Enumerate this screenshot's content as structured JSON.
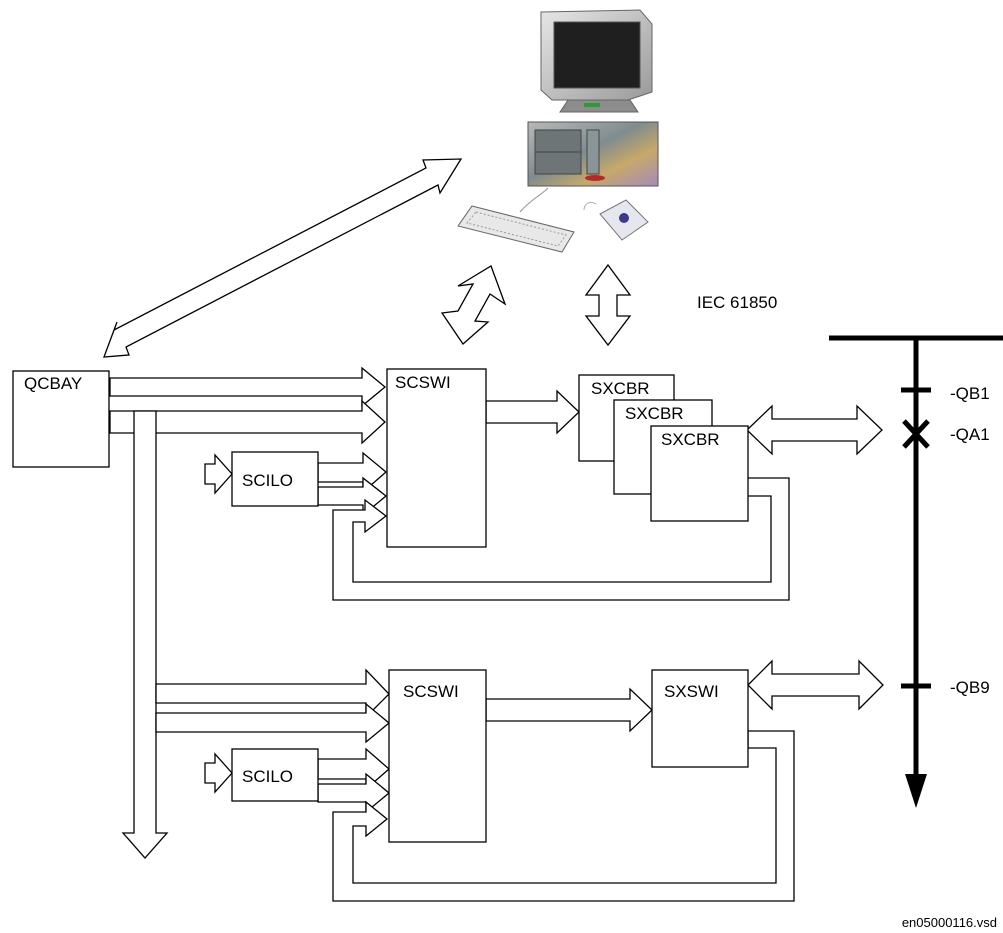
{
  "diagram": {
    "protocol_label": "IEC 61850",
    "footer_file": "en05000116.vsd",
    "blocks": {
      "qcbay": "QCBAY",
      "scswi_1": "SCSWI",
      "scilo_1": "SCILO",
      "sxcbr_back": "SXCBR",
      "sxcbr_mid": "SXCBR",
      "sxcbr_front": "SXCBR",
      "scswi_2": "SCSWI",
      "scilo_2": "SCILO",
      "sxswi": "SXSWI"
    },
    "apparatus": {
      "qb1": "-QB1",
      "qa1": "-QA1",
      "qb9": "-QB9"
    },
    "icons": [
      "computer-monitor-icon",
      "computer-tower-icon",
      "keyboard-icon",
      "mouse-icon",
      "breaker-cross-icon",
      "busbar-arrow-icon"
    ]
  }
}
